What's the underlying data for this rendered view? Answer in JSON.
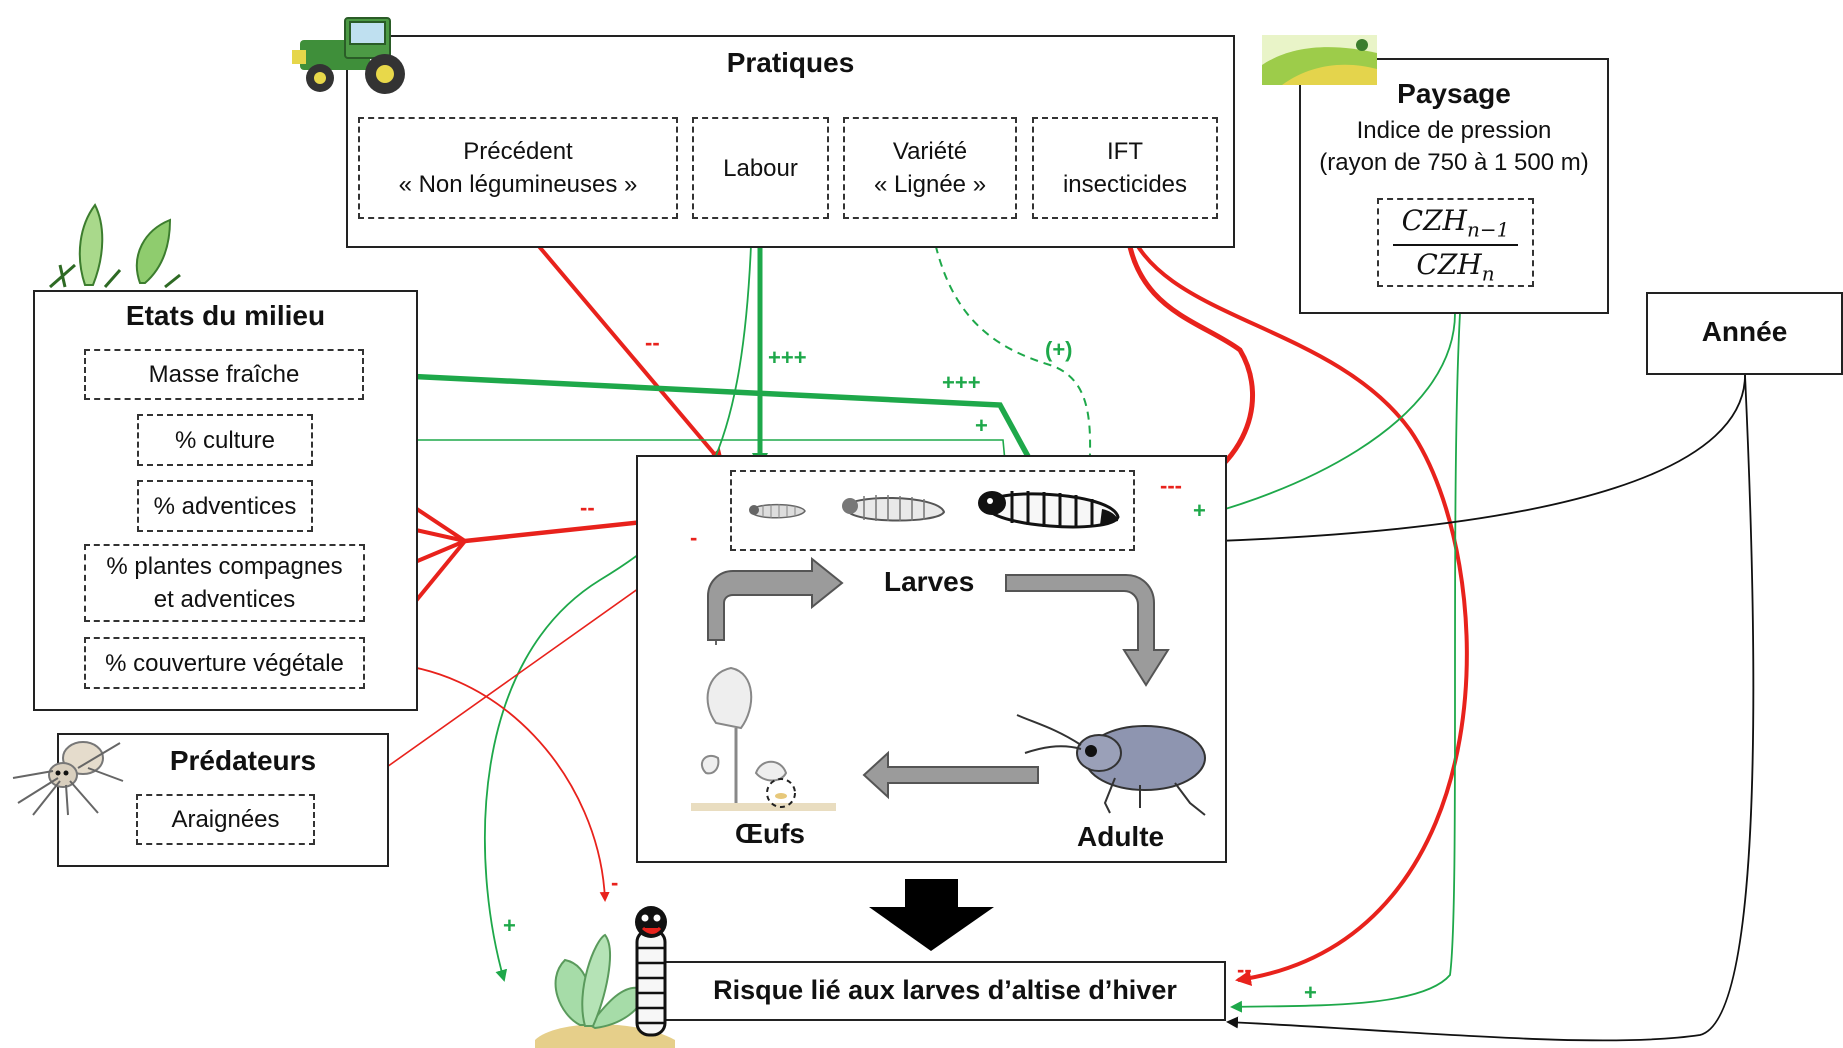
{
  "pratiques": {
    "title": "Pratiques",
    "items": [
      {
        "line1": "Précédent",
        "line2": "« Non légumineuses »"
      },
      {
        "line1": "Labour",
        "line2": ""
      },
      {
        "line1": "Variété",
        "line2": "« Lignée »"
      },
      {
        "line1": "IFT",
        "line2": "insecticides"
      }
    ]
  },
  "paysage": {
    "title": "Paysage",
    "subtitle": "Indice de pression",
    "radius": "(rayon de 750 à 1 500 m)",
    "numerator": "CZH",
    "numerator_sub": "n−1",
    "denominator": "CZH",
    "denominator_sub": "n"
  },
  "milieu": {
    "title": "Etats du milieu",
    "items": [
      {
        "line1": "Masse fraîche",
        "line2": ""
      },
      {
        "line1": "% culture",
        "line2": ""
      },
      {
        "line1": "% adventices",
        "line2": ""
      },
      {
        "line1": "% plantes compagnes",
        "line2": "et adventices"
      },
      {
        "line1": "% couverture végétale",
        "line2": ""
      }
    ]
  },
  "predateurs": {
    "title": "Prédateurs",
    "item": "Araignées"
  },
  "annee": {
    "title": "Année"
  },
  "cycle": {
    "larves": "Larves",
    "oeufs": "Œufs",
    "adulte": "Adulte"
  },
  "risque": {
    "title": "Risque lié aux larves d’altise d’hiver"
  },
  "signs": {
    "precedent": "--",
    "labour": "+++",
    "masse": "+++",
    "variete": "(+)",
    "culture": "+",
    "milieu_group": "--",
    "araignees": "-",
    "ift": "---",
    "paysage_larves": "+",
    "couverture_risque": "-",
    "labour_risque": "+",
    "ift_risque": "--",
    "paysage_risque": "+"
  },
  "colors": {
    "red": "#e8221c",
    "green": "#1ea84a",
    "grey": "#9b9b9b",
    "black": "#111111"
  }
}
